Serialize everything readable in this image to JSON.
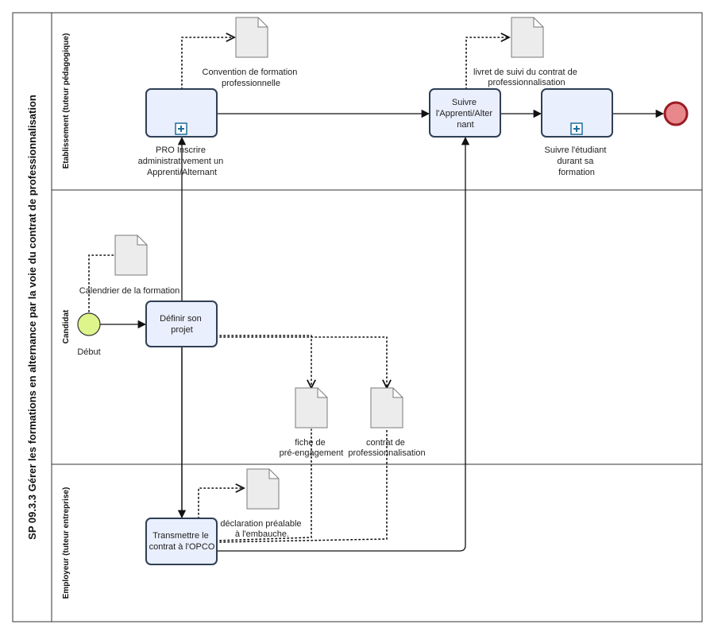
{
  "pool": {
    "title": "SP 09.3.3 Gérer les formations en alternance par la voie du contrat de professionnalisation"
  },
  "lanes": [
    {
      "label": "Etablissement (tuteur pédagogique)"
    },
    {
      "label": "Candidat"
    },
    {
      "label": "Employeur (tuteur entreprise)"
    }
  ],
  "events": {
    "start": {
      "label": "Début",
      "color": "#ddf58a"
    },
    "end": {
      "color": "#e8888c"
    }
  },
  "tasks": {
    "inscrire": {
      "lines": [
        "PRO Inscrire",
        "administrativement un",
        "Apprenti/Alternant"
      ]
    },
    "suivre_apprenti": {
      "lines": [
        "Suivre",
        "l'Apprenti/Alter",
        "nant"
      ]
    },
    "suivre_etudiant": {
      "lines": [
        "Suivre l'étudiant",
        "durant sa",
        "formation"
      ]
    },
    "definir": {
      "lines": [
        "Définir son",
        "projet"
      ]
    },
    "transmettre": {
      "lines": [
        "Transmettre le",
        "contrat à l'OPCO"
      ]
    }
  },
  "documents": {
    "convention": {
      "lines": [
        "Convention de formation",
        "professionnelle"
      ]
    },
    "livret": {
      "lines": [
        "livret de suivi du contrat de",
        "professionnalisation"
      ]
    },
    "calendrier": {
      "lines": [
        "Calendrier de la formation"
      ]
    },
    "fiche": {
      "lines": [
        "fiche de",
        "pré-engagement"
      ]
    },
    "contrat": {
      "lines": [
        "contrat de",
        "professionnalisation"
      ]
    },
    "declaration": {
      "lines": [
        "déclaration préalable",
        "à l'embauche."
      ]
    }
  },
  "colors": {
    "task_fill": "#e9effc",
    "task_border": "#2f3f55",
    "marker_border": "#1f6f9a",
    "document_fill": "#ececec"
  }
}
